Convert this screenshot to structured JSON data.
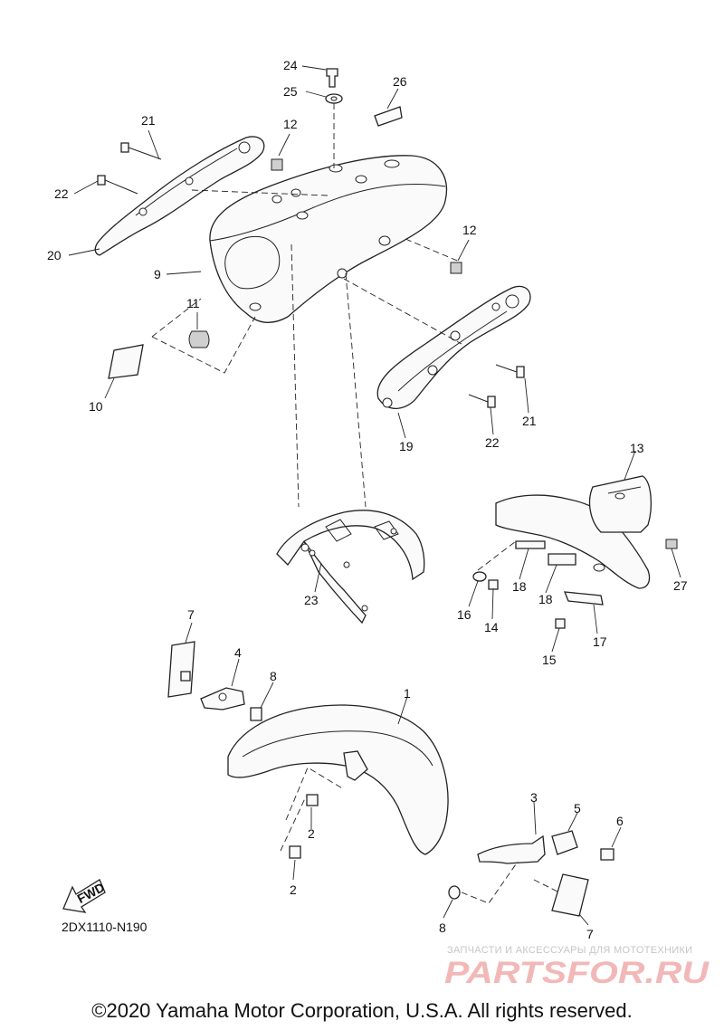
{
  "diagram": {
    "code": "2DX1110-N190",
    "fwd_label": "FWD",
    "copyright": "©2020 Yamaha Motor Corporation, U.S.A. All rights reserved.",
    "watermark": {
      "tagline": "ЗАПЧАСТИ И АКСЕССУАРЫ ДЛЯ МОТОТЕХНИКИ",
      "logo_text": "PARTSFOR.RU",
      "color": "#f2b8b8"
    },
    "callouts": [
      "24",
      "25",
      "26",
      "21",
      "12",
      "22",
      "20",
      "9",
      "12",
      "11",
      "10",
      "19",
      "21",
      "22",
      "13",
      "23",
      "18",
      "18",
      "27",
      "16",
      "14",
      "17",
      "15",
      "7",
      "4",
      "8",
      "1",
      "3",
      "5",
      "6",
      "2",
      "2",
      "8",
      "7"
    ]
  }
}
